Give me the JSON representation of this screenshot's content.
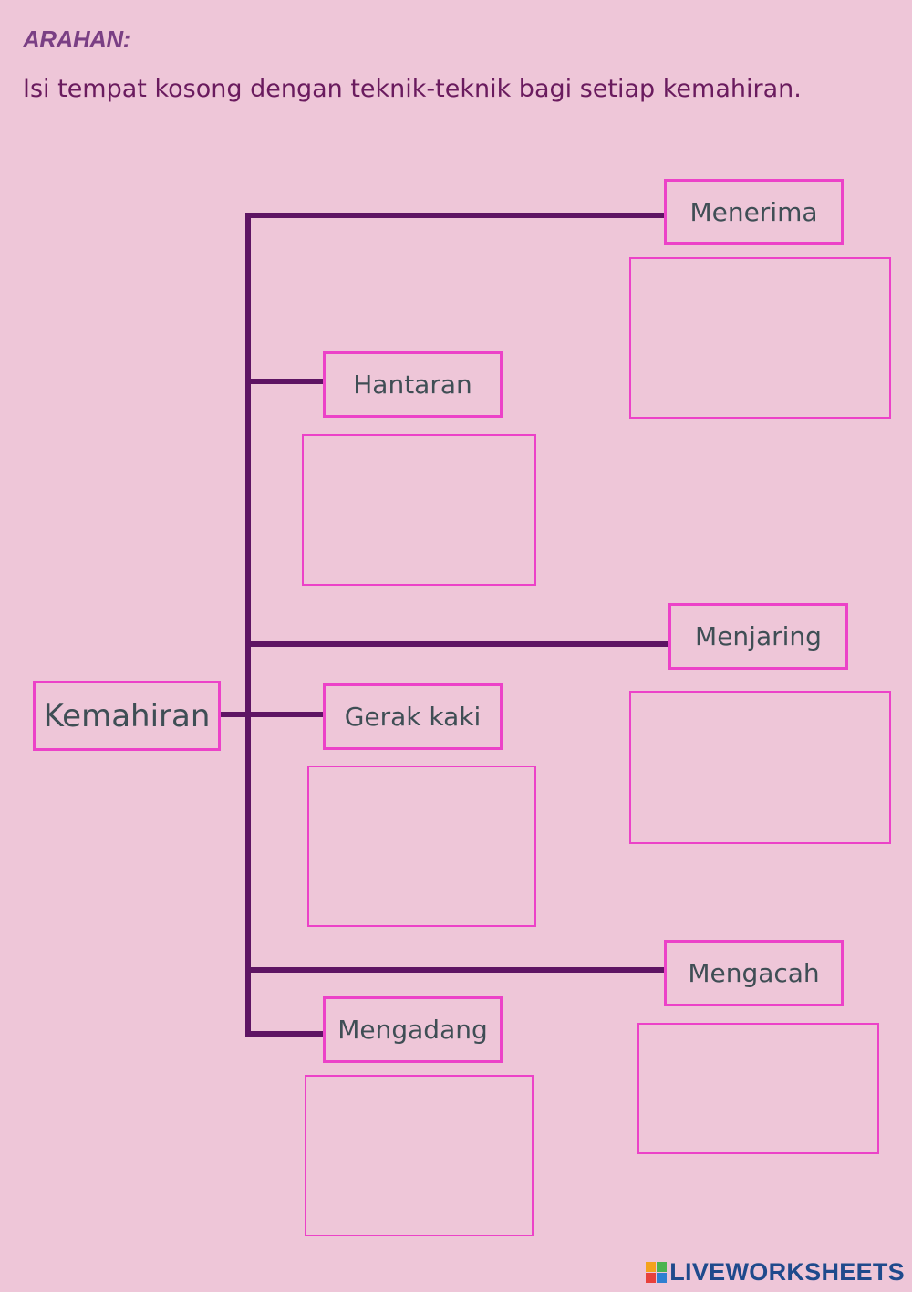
{
  "heading": "ARAHAN:",
  "instruction": "Isi tempat kosong dengan teknik-teknik bagi setiap kemahiran.",
  "diagram": {
    "root": "Kemahiran",
    "nodes": {
      "menerima": "Menerima",
      "hantaran": "Hantaran",
      "menjaring": "Menjaring",
      "gerak_kaki": "Gerak kaki",
      "mengacah": "Mengacah",
      "mengadang": "Mengadang"
    }
  },
  "brand": {
    "text": "LIVEWORKSHEETS",
    "icon": "liveworksheets-logo-icon"
  },
  "colors": {
    "background": "#eec6d8",
    "connector": "#5e1463",
    "box_border": "#ec42c8",
    "label_text": "#3f4e55",
    "heading": "#7a3f84",
    "instruction": "#6a1b5e",
    "brand": "#1f4a8c"
  }
}
